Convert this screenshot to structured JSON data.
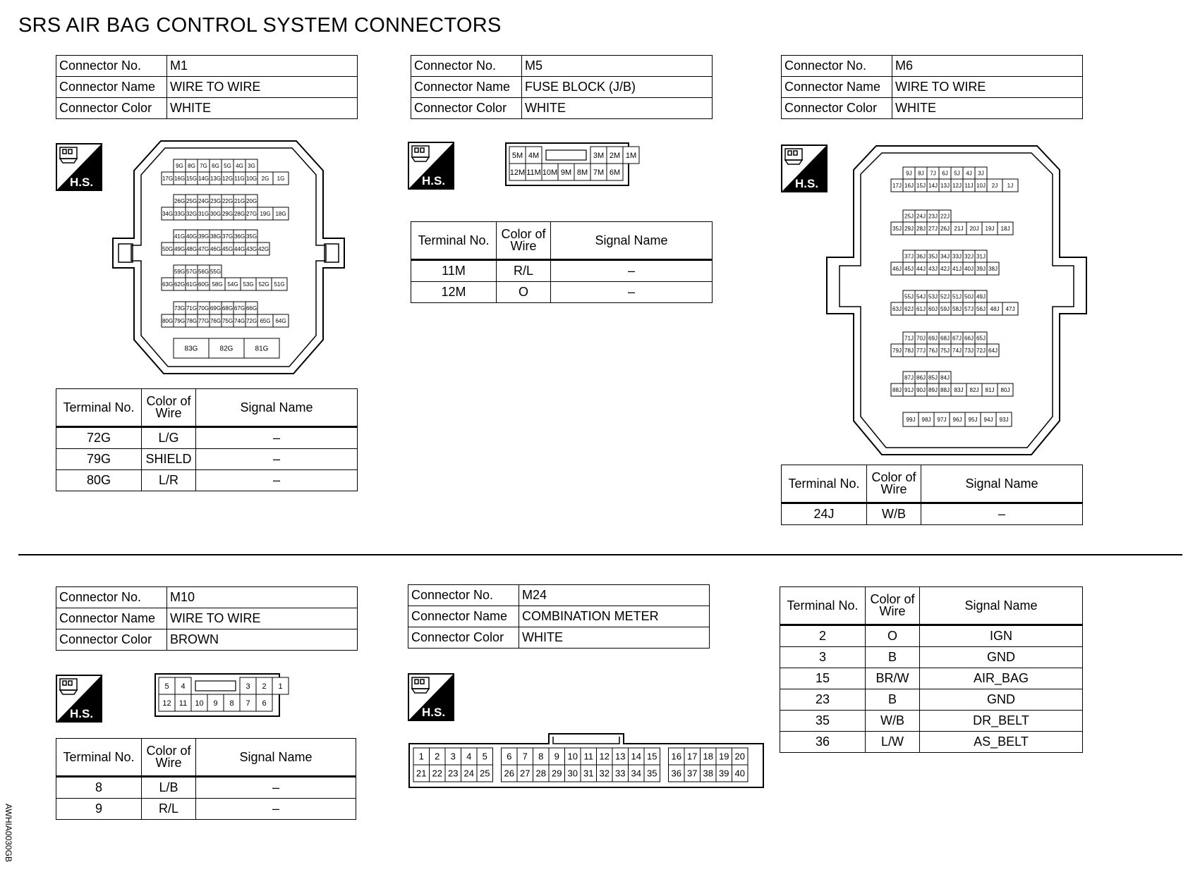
{
  "title": "SRS AIR BAG CONTROL SYSTEM CONNECTORS",
  "labels": {
    "connector_no": "Connector No.",
    "connector_name": "Connector Name",
    "connector_color": "Connector Color",
    "terminal_no": "Terminal No.",
    "color_of_wire_line1": "Color of",
    "color_of_wire_line2": "Wire",
    "signal_name": "Signal Name",
    "hs": "H.S."
  },
  "connectors": {
    "m1": {
      "no": "M1",
      "name": "WIRE TO WIRE",
      "color": "WHITE",
      "terminals": [
        {
          "no": "72G",
          "wire": "L/G",
          "signal": "–"
        },
        {
          "no": "79G",
          "wire": "SHIELD",
          "signal": "–"
        },
        {
          "no": "80G",
          "wire": "L/R",
          "signal": "–"
        }
      ],
      "diagram_rows": [
        [
          "9G",
          "8G",
          "7G",
          "6G",
          "5G",
          "4G",
          "3G"
        ],
        [
          "17G",
          "16G",
          "15G",
          "14G",
          "13G",
          "12G",
          "11G",
          "10G",
          "2G",
          "1G"
        ],
        [
          "26G",
          "25G",
          "24G",
          "23G",
          "22G",
          "21G",
          "20G"
        ],
        [
          "34G",
          "33G",
          "32G",
          "31G",
          "30G",
          "29G",
          "28G",
          "27G",
          "19G",
          "18G"
        ],
        [
          "41G",
          "40G",
          "39G",
          "38G",
          "37G",
          "36G",
          "35G"
        ],
        [
          "50G",
          "49G",
          "48G",
          "47G",
          "46G",
          "45G",
          "44G",
          "43G",
          "42G"
        ],
        [
          "59G",
          "57G",
          "56G",
          "55G"
        ],
        [
          "63G",
          "62G",
          "61G",
          "60G",
          "58G",
          "54G",
          "53G",
          "52G",
          "51G"
        ],
        [
          "73G",
          "71G",
          "70G",
          "69G",
          "68G",
          "67G",
          "66G"
        ],
        [
          "80G",
          "79G",
          "78G",
          "77G",
          "76G",
          "75G",
          "74G",
          "72G",
          "65G",
          "64G"
        ],
        [
          "83G",
          "82G",
          "81G"
        ]
      ]
    },
    "m5": {
      "no": "M5",
      "name": "FUSE BLOCK (J/B)",
      "color": "WHITE",
      "terminals": [
        {
          "no": "11M",
          "wire": "R/L",
          "signal": "–"
        },
        {
          "no": "12M",
          "wire": "O",
          "signal": "–"
        }
      ],
      "diagram_top": [
        "5M",
        "4M",
        "3M",
        "2M",
        "1M"
      ],
      "diagram_bottom": [
        "12M",
        "11M",
        "10M",
        "9M",
        "8M",
        "7M",
        "6M"
      ]
    },
    "m6": {
      "no": "M6",
      "name": "WIRE TO WIRE",
      "color": "WHITE",
      "terminals": [
        {
          "no": "24J",
          "wire": "W/B",
          "signal": "–"
        }
      ],
      "diagram_rows": [
        [
          "9J",
          "8J",
          "7J",
          "6J",
          "5J",
          "4J",
          "3J"
        ],
        [
          "17J",
          "16J",
          "15J",
          "14J",
          "13J",
          "12J",
          "11J",
          "10J",
          "2J",
          "1J"
        ],
        [
          "25J",
          "24J",
          "23J",
          "22J"
        ],
        [
          "35J",
          "29J",
          "28J",
          "27J",
          "26J",
          "21J",
          "20J",
          "19J",
          "18J"
        ],
        [
          "37J",
          "36J",
          "35J",
          "34J",
          "33J",
          "32J",
          "31J"
        ],
        [
          "46J",
          "45J",
          "44J",
          "43J",
          "42J",
          "41J",
          "40J",
          "39J",
          "38J"
        ],
        [
          "55J",
          "54J",
          "53J",
          "52J",
          "51J",
          "50J",
          "49J"
        ],
        [
          "63J",
          "62J",
          "61J",
          "60J",
          "59J",
          "58J",
          "57J",
          "56J",
          "48J",
          "47J"
        ],
        [
          "71J",
          "70J",
          "69J",
          "68J",
          "67J",
          "66J",
          "65J"
        ],
        [
          "79J",
          "78J",
          "77J",
          "76J",
          "75J",
          "74J",
          "73J",
          "72J",
          "64J"
        ],
        [
          "87J",
          "86J",
          "85J",
          "84J"
        ],
        [
          "88J",
          "91J",
          "90J",
          "89J",
          "88J",
          "83J",
          "82J",
          "81J",
          "80J"
        ],
        [
          "99J",
          "98J",
          "97J",
          "96J",
          "95J",
          "94J",
          "93J"
        ]
      ]
    },
    "m10": {
      "no": "M10",
      "name": "WIRE TO WIRE",
      "color": "BROWN",
      "terminals": [
        {
          "no": "8",
          "wire": "L/B",
          "signal": "–"
        },
        {
          "no": "9",
          "wire": "R/L",
          "signal": "–"
        }
      ],
      "diagram_top": [
        "5",
        "4",
        "3",
        "2",
        "1"
      ],
      "diagram_bottom": [
        "12",
        "11",
        "10",
        "9",
        "8",
        "7",
        "6"
      ]
    },
    "m24": {
      "no": "M24",
      "name": "COMBINATION METER",
      "color": "WHITE",
      "terminals": [
        {
          "no": "2",
          "wire": "O",
          "signal": "IGN"
        },
        {
          "no": "3",
          "wire": "B",
          "signal": "GND"
        },
        {
          "no": "15",
          "wire": "BR/W",
          "signal": "AIR_BAG"
        },
        {
          "no": "23",
          "wire": "B",
          "signal": "GND"
        },
        {
          "no": "35",
          "wire": "W/B",
          "signal": "DR_BELT"
        },
        {
          "no": "36",
          "wire": "L/W",
          "signal": "AS_BELT"
        }
      ],
      "diagram_top": [
        "1",
        "2",
        "3",
        "4",
        "5",
        "6",
        "7",
        "8",
        "9",
        "10",
        "11",
        "12",
        "13",
        "14",
        "15",
        "16",
        "17",
        "18",
        "19",
        "20"
      ],
      "diagram_bottom": [
        "21",
        "22",
        "23",
        "24",
        "25",
        "26",
        "27",
        "28",
        "29",
        "30",
        "31",
        "32",
        "33",
        "34",
        "35",
        "36",
        "37",
        "38",
        "39",
        "40"
      ]
    }
  },
  "figure_code": "AWHIA0030GB"
}
